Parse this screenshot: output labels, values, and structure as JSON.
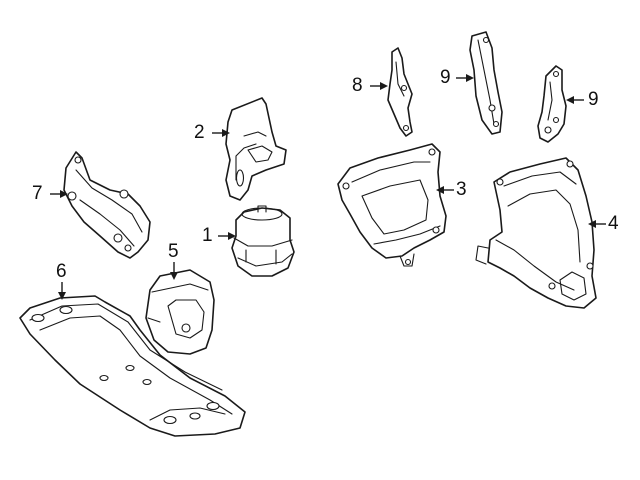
{
  "callouts": [
    {
      "id": "c1",
      "label": "1"
    },
    {
      "id": "c2",
      "label": "2"
    },
    {
      "id": "c3",
      "label": "3"
    },
    {
      "id": "c4",
      "label": "4"
    },
    {
      "id": "c5",
      "label": "5"
    },
    {
      "id": "c6",
      "label": "6"
    },
    {
      "id": "c7",
      "label": "7"
    },
    {
      "id": "c8",
      "label": "8"
    },
    {
      "id": "c9a",
      "label": "9"
    },
    {
      "id": "c9b",
      "label": "9"
    }
  ],
  "colors": {
    "ink": "#1a1a1a",
    "background": "#ffffff"
  }
}
